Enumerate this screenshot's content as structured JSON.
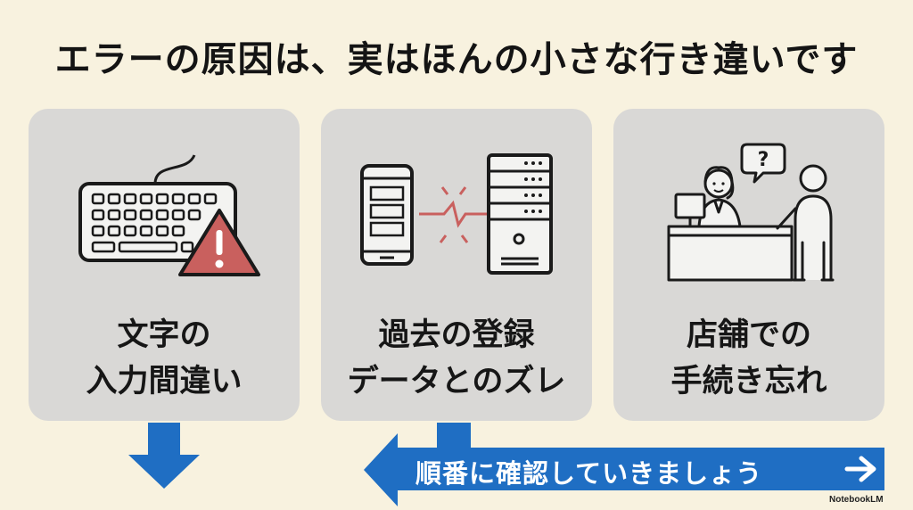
{
  "title": "エラーの原因は、実はほんの小さな行き違いです",
  "cards": [
    {
      "line1": "文字の",
      "line2": "入力間違い",
      "icon": "keyboard-warning-icon"
    },
    {
      "line1": "過去の登録",
      "line2": "データとのズレ",
      "icon": "phone-server-mismatch-icon"
    },
    {
      "line1": "店舗での",
      "line2": "手続き忘れ",
      "icon": "store-counter-icon"
    }
  ],
  "banner": {
    "text": "順番に確認していきましょう"
  },
  "watermark": "NotebookLM",
  "colors": {
    "background": "#f8f2df",
    "card": "#d9d8d6",
    "arrow": "#1f6ec3",
    "warning": "#c9605e"
  }
}
